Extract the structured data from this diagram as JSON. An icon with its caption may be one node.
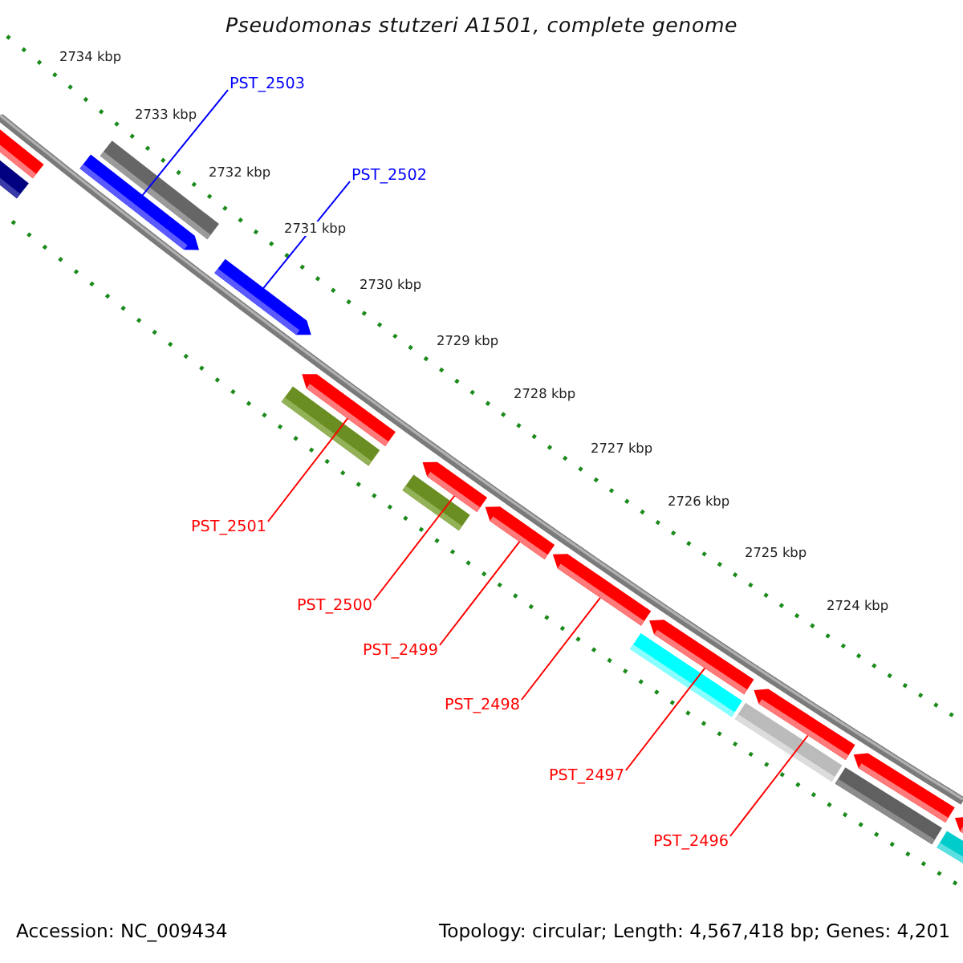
{
  "diagram": {
    "title": "Pseudomonas stutzeri A1501, complete genome",
    "nodes": [
      {
        "text": [
          "PST_2503"
        ]
      },
      {
        "text": [
          "PST_2502"
        ]
      },
      {
        "text": [
          "PST_2501"
        ]
      },
      {
        "text": [
          "PST_2500"
        ]
      },
      {
        "text": [
          "PST_2499"
        ]
      },
      {
        "text": [
          "PST_2498"
        ]
      },
      {
        "text": [
          "PST_2497"
        ]
      },
      {
        "text": [
          "PST_2496"
        ]
      },
      {
        "text": [],
        "shape": "arrow"
      },
      {
        "text": [],
        "shape": "bar"
      },
      {
        "text": [],
        "shape": "bar"
      },
      {
        "text": [],
        "shape": "arrow"
      },
      {
        "text": [],
        "shape": "arrow"
      },
      {
        "text": [],
        "shape": "arrow"
      },
      {
        "text": [],
        "shape": "bar"
      },
      {
        "text": [],
        "shape": "arrow"
      },
      {
        "text": [],
        "shape": "bar"
      },
      {
        "text": [],
        "shape": "arrow"
      },
      {
        "text": [],
        "shape": "arrow"
      },
      {
        "text": [],
        "shape": "arrow"
      },
      {
        "text": [],
        "shape": "bar"
      },
      {
        "text": [],
        "shape": "arrow"
      },
      {
        "text": [],
        "shape": "bar"
      },
      {
        "text": [],
        "shape": "arrow"
      },
      {
        "text": [],
        "shape": "bar"
      },
      {
        "text": [],
        "shape": "arrow"
      },
      {
        "text": [],
        "shape": "bar"
      }
    ],
    "edges": [
      {
        "from": 0,
        "to": 11,
        "arrow": "none",
        "color": "#0000ff"
      },
      {
        "from": 1,
        "to": 12,
        "arrow": "none",
        "color": "#0000ff"
      },
      {
        "from": 2,
        "to": 13,
        "arrow": "none"
      },
      {
        "from": 3,
        "to": 15,
        "arrow": "none"
      },
      {
        "from": 4,
        "to": 17,
        "arrow": "none"
      },
      {
        "from": 5,
        "to": 18,
        "arrow": "none"
      },
      {
        "from": 6,
        "to": 19,
        "arrow": "none"
      },
      {
        "from": 7,
        "to": 21,
        "arrow": "none"
      }
    ],
    "labels": [
      "2734 kbp",
      "2733 kbp",
      "2732 kbp",
      "2731 kbp",
      "2730 kbp",
      "2729 kbp",
      "2728 kbp",
      "2727 kbp",
      "2726 kbp",
      "2725 kbp",
      "2724 kbp",
      "Accession: NC_009434",
      "Topology: circular; Length: 4,567,418 bp; Genes: 4,201"
    ]
  }
}
